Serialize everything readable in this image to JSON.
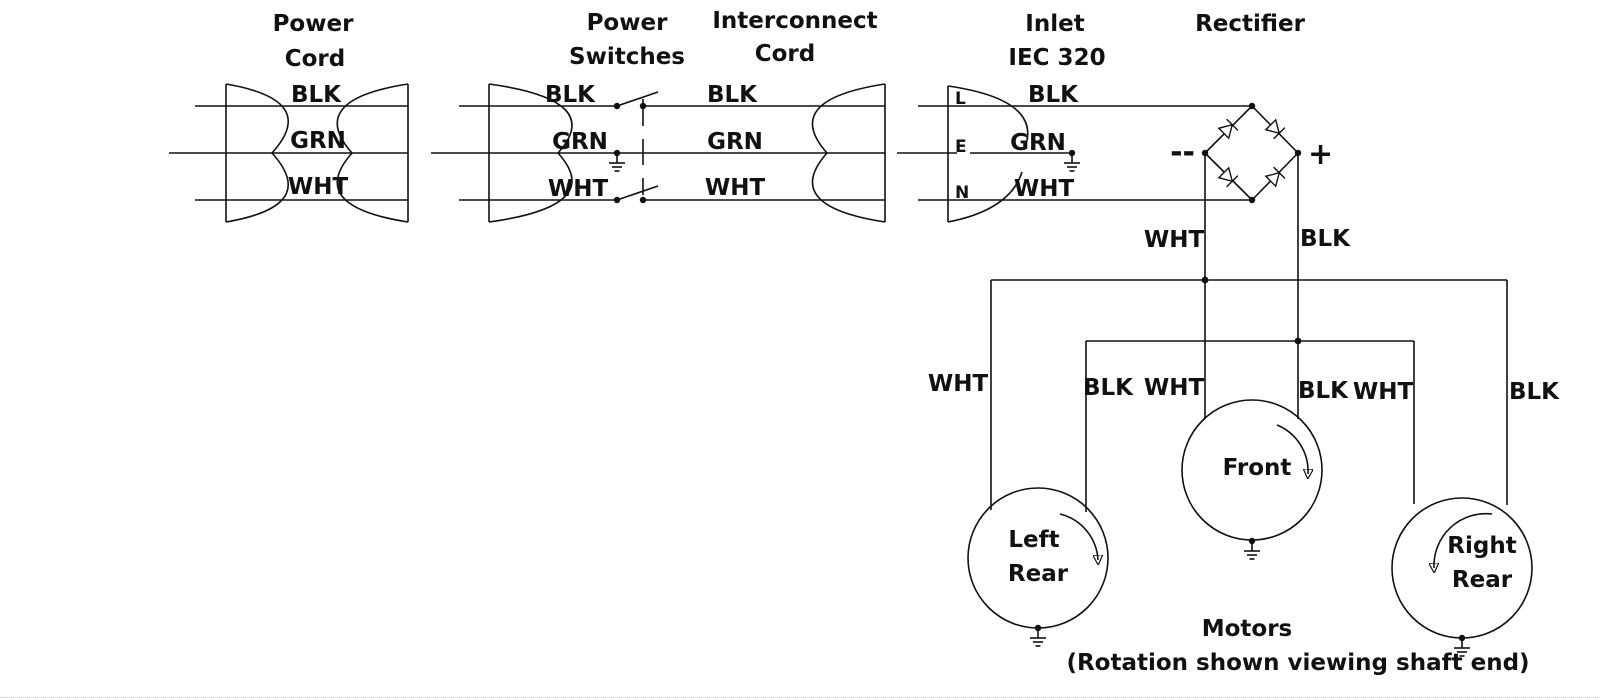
{
  "diagram": {
    "colors": {
      "line": "#111111",
      "background": "#ffffff"
    },
    "sections": {
      "power_cord": {
        "title_line1": "Power",
        "title_line2": "Cord",
        "wires": [
          "BLK",
          "GRN",
          "WHT"
        ]
      },
      "power_switches": {
        "title_line1": "Power",
        "title_line2": "Switches",
        "wires": [
          "BLK",
          "GRN",
          "WHT"
        ]
      },
      "interconnect_cord": {
        "title_line1": "Interconnect",
        "title_line2": "Cord",
        "wires": [
          "BLK",
          "GRN",
          "WHT"
        ]
      },
      "inlet": {
        "title_line1": "Inlet",
        "title_line2": "IEC 320",
        "pins": [
          "L",
          "E",
          "N"
        ],
        "wires": [
          "BLK",
          "GRN",
          "WHT"
        ]
      },
      "rectifier": {
        "title": "Rectifier",
        "negative": "--",
        "positive": "+",
        "out_neg_wire": "WHT",
        "out_pos_wire": "BLK"
      }
    },
    "motors": {
      "caption_line1": "Motors",
      "caption_line2": "(Rotation shown viewing shaft end)",
      "items": [
        {
          "name_line1": "Left",
          "name_line2": "Rear",
          "rotation": "clockwise",
          "wire_neg": "WHT",
          "wire_pos": "BLK"
        },
        {
          "name_line1": "Front",
          "name_line2": "",
          "rotation": "clockwise",
          "wire_neg": "WHT",
          "wire_pos": "BLK"
        },
        {
          "name_line1": "Right",
          "name_line2": "Rear",
          "rotation": "counterclockwise",
          "wire_neg": "WHT",
          "wire_pos": "BLK"
        }
      ]
    },
    "icons": [
      "ground-symbol",
      "switch-symbol",
      "diode-symbol",
      "rotation-arrow"
    ]
  }
}
